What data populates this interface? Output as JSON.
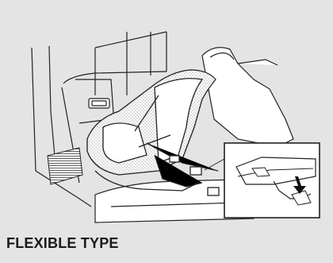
{
  "illustration": {
    "subject": "child-seat-installed-in-rear-seat",
    "inset": "flexible-anchor-connector-detail",
    "colors": {
      "background": "#e4e4e4",
      "line": "#222222",
      "fill": "#ffffff",
      "pattern_fill": "#d6d6d6"
    }
  },
  "caption": {
    "text": "FLEXIBLE TYPE"
  }
}
